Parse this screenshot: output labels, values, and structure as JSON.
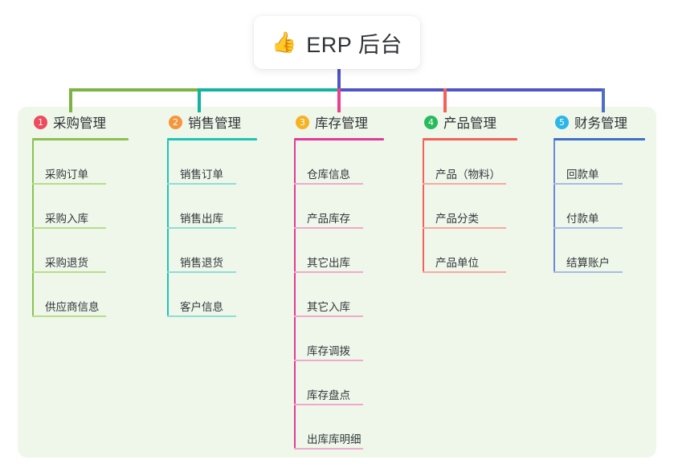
{
  "root": {
    "icon": "thumbs-up-icon",
    "emoji": "👍",
    "title": "ERP 后台"
  },
  "panel": {
    "background": "#eef7e9"
  },
  "connector": {
    "segments": [
      {
        "name": "green-segment",
        "color": "#7cb342"
      },
      {
        "name": "teal-segment",
        "color": "#12b3a0"
      },
      {
        "name": "indigo-segment",
        "color": "#4e55c4"
      }
    ],
    "stems": [
      {
        "name": "root-stem",
        "color": "#4e55c4"
      },
      {
        "name": "stem-1",
        "color": "#7cb342"
      },
      {
        "name": "stem-2",
        "color": "#12b3a0"
      },
      {
        "name": "stem-3",
        "color": "#ec3f8f"
      },
      {
        "name": "stem-4",
        "color": "#f4605a"
      },
      {
        "name": "stem-5",
        "color": "#4e6fc4"
      }
    ]
  },
  "columns": [
    {
      "id": "purchase",
      "number": "1",
      "title": "采购管理",
      "badge_color": "#f04a5e",
      "rule_color": "#8cc152",
      "spine_color": "#8cc152",
      "leaf_rule_color": "#b7dd8c",
      "width": 168,
      "rule_width": 120,
      "leaf_rule_width": 92,
      "items": [
        {
          "label": "采购订单"
        },
        {
          "label": "采购入库"
        },
        {
          "label": "采购退货"
        },
        {
          "label": "供应商信息"
        }
      ]
    },
    {
      "id": "sales",
      "number": "2",
      "title": "销售管理",
      "badge_color": "#f5963c",
      "rule_color": "#1ec4b6",
      "spine_color": "#1ec4b6",
      "leaf_rule_color": "#8fddd6",
      "width": 158,
      "rule_width": 112,
      "leaf_rule_width": 86,
      "items": [
        {
          "label": "销售订单"
        },
        {
          "label": "销售出库"
        },
        {
          "label": "销售退货"
        },
        {
          "label": "客户信息"
        }
      ]
    },
    {
      "id": "inventory",
      "number": "3",
      "title": "库存管理",
      "badge_color": "#f5b324",
      "rule_color": "#e4399a",
      "spine_color": "#e4399a",
      "leaf_rule_color": "#f0a9cd",
      "width": 160,
      "rule_width": 112,
      "leaf_rule_width": 86,
      "items": [
        {
          "label": "仓库信息"
        },
        {
          "label": "产品库存"
        },
        {
          "label": "其它出库"
        },
        {
          "label": "其它入库"
        },
        {
          "label": "库存调拨"
        },
        {
          "label": "库存盘点"
        },
        {
          "label": "出库库明细"
        }
      ]
    },
    {
      "id": "product",
      "number": "4",
      "title": "产品管理",
      "badge_color": "#27bb5e",
      "rule_color": "#f4605a",
      "spine_color": "#f4605a",
      "leaf_rule_color": "#f8a9a1",
      "width": 163,
      "rule_width": 118,
      "leaf_rule_width": 104,
      "items": [
        {
          "label": "产品（物料）"
        },
        {
          "label": "产品分类"
        },
        {
          "label": "产品单位"
        }
      ]
    },
    {
      "id": "finance",
      "number": "5",
      "title": "财务管理",
      "badge_color": "#2ab6e8",
      "rule_color": "#3f6fc8",
      "spine_color": "#6b8ad4",
      "leaf_rule_color": "#a7bce6",
      "width": 146,
      "rule_width": 114,
      "leaf_rule_width": 86,
      "items": [
        {
          "label": "回款单"
        },
        {
          "label": "付款单"
        },
        {
          "label": "结算账户"
        }
      ]
    }
  ]
}
